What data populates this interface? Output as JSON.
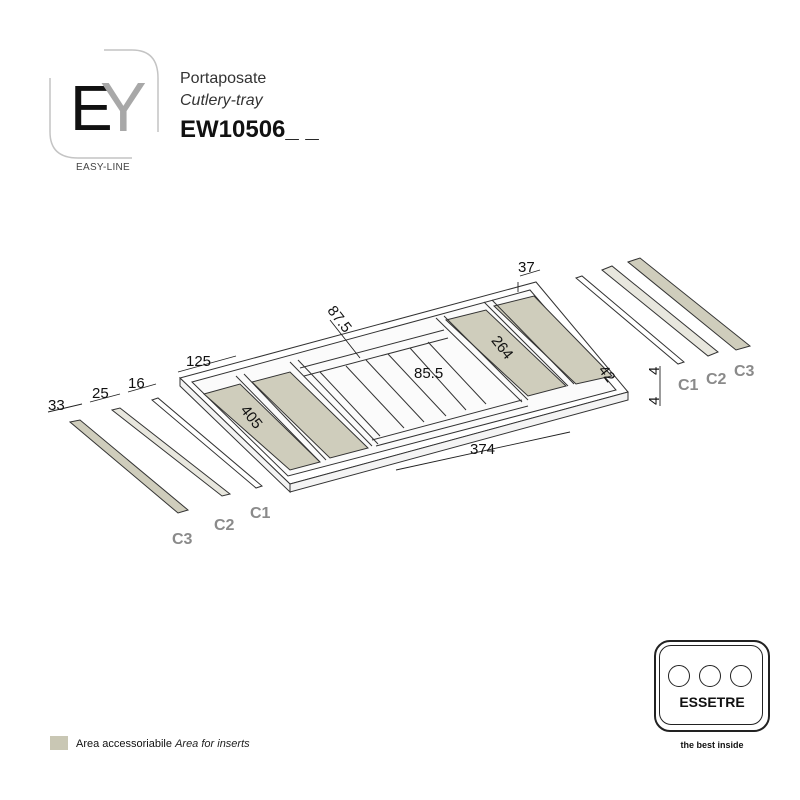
{
  "header": {
    "logo_letters": {
      "e": "E",
      "y": "Y"
    },
    "logo_caption": "EASY-LINE",
    "title_italian": "Portaposate",
    "title_english": "Cutlery-tray",
    "product_code": "EW10506_ _"
  },
  "diagram": {
    "fill_color": "#cfcdbc",
    "line_color": "#333333",
    "label_color": "#8a8a8a",
    "dimensions": {
      "strip_c3_width": "33",
      "strip_c2_width": "25",
      "strip_c1_width": "16",
      "left_compartment_width": "125",
      "left_compartment_length": "405",
      "divider_spacing": "87.5",
      "small_slot_width": "85.5",
      "right_compartment_length": "264",
      "right_margin_top": "37",
      "right_margin_side": "42",
      "bottom_length": "374",
      "height_upper": "4",
      "height_lower": "4"
    },
    "strip_labels": {
      "left_c1": "C1",
      "left_c2": "C2",
      "left_c3": "C3",
      "right_c1": "C1",
      "right_c2": "C2",
      "right_c3": "C3"
    }
  },
  "legend": {
    "swatch_color": "#c9c7b4",
    "label_italian": "Area accessoriabile",
    "label_english": "Area for inserts"
  },
  "brand": {
    "name": "ESSETRE",
    "tagline": "the best inside"
  }
}
